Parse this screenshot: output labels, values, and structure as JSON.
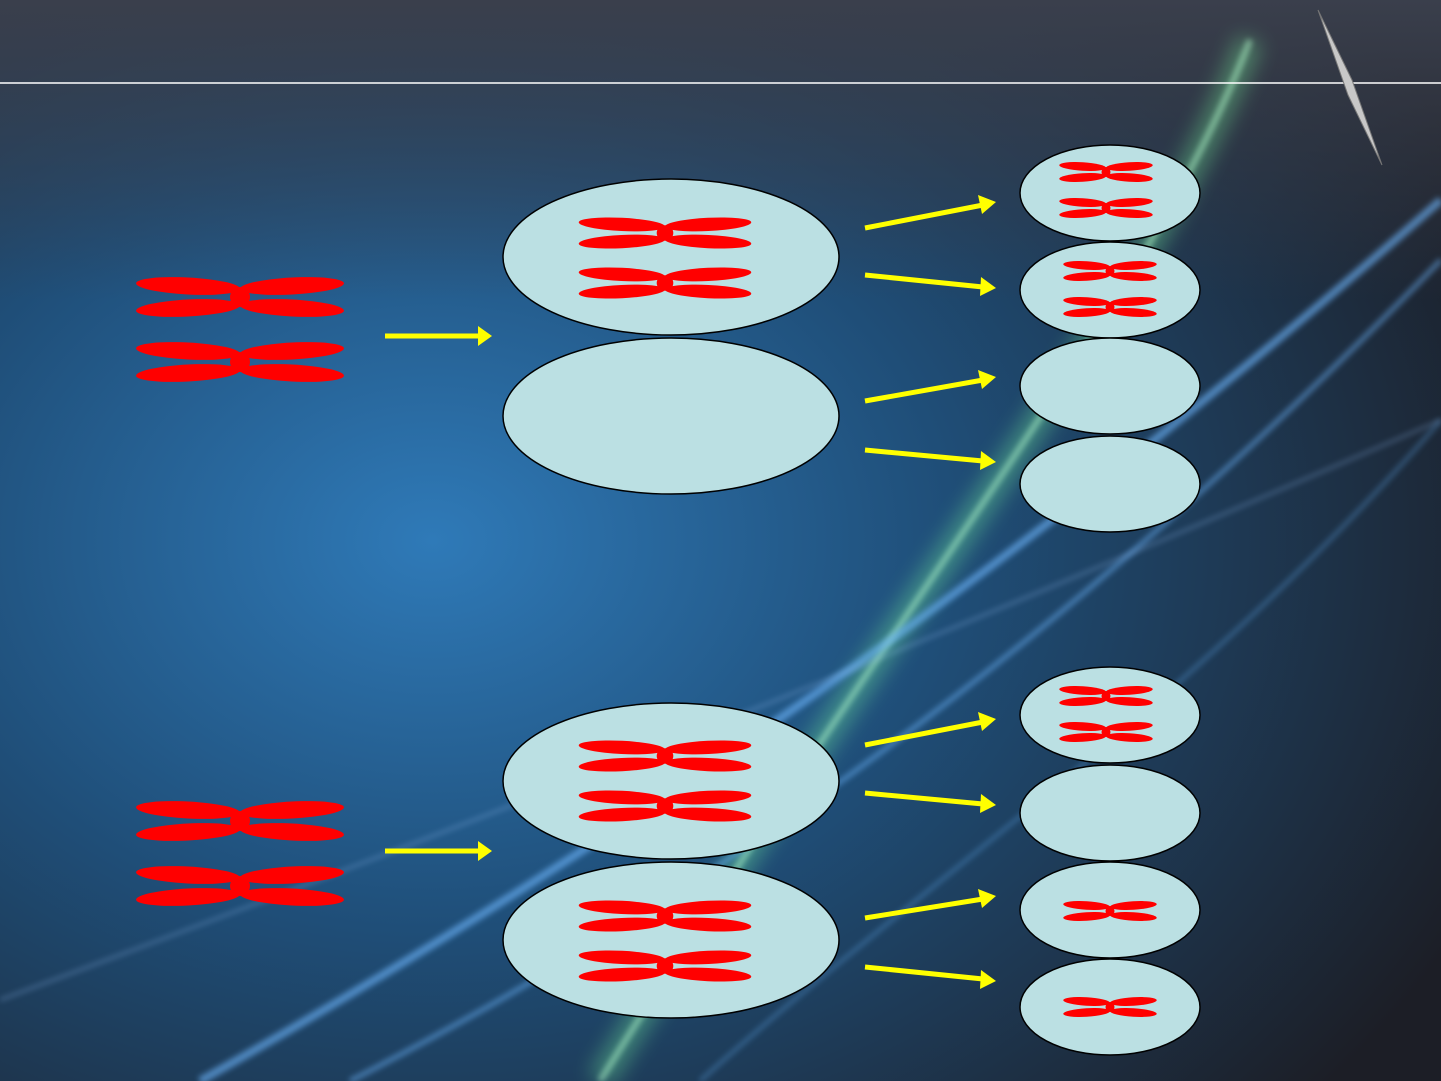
{
  "colors": {
    "background_dark": "#1c1e26",
    "background_blue": "#2f7ab8",
    "cell_fill": "#bbe0e3",
    "chromosome": "#ff0000",
    "arrow": "#ffff00",
    "divider": "#ffffff",
    "streak_green": "#7dffa0",
    "streak_blue": "#6fb8ff"
  },
  "diagram": {
    "topic_icon": "meiosis-nondisjunction-diagram",
    "rows": [
      {
        "name": "nondisjunction-meiosis-1",
        "parent_chromosomes": 2,
        "meiosis1_cells": [
          2,
          0
        ],
        "gametes": [
          2,
          2,
          0,
          0
        ]
      },
      {
        "name": "nondisjunction-meiosis-2",
        "parent_chromosomes": 2,
        "meiosis1_cells": [
          2,
          2
        ],
        "gametes": [
          2,
          0,
          1,
          1
        ]
      }
    ]
  }
}
